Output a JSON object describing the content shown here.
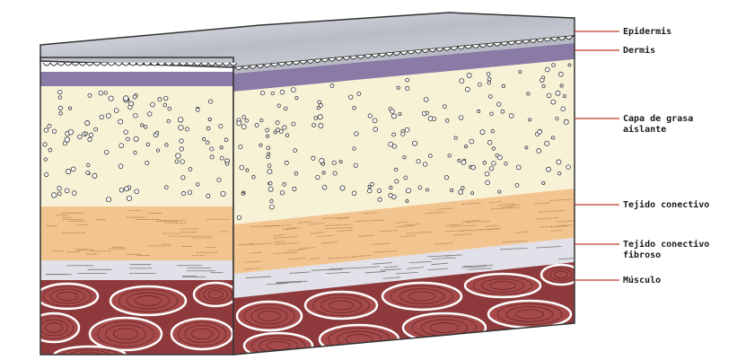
{
  "labels": {
    "epidermis": "Epidermis",
    "dermis": "Dermis",
    "fat_line1": "Capa de grasa",
    "fat_line2": "aislante",
    "connective": "Tejido conectivo",
    "fibrous_line1": "Tejido conectivo",
    "fibrous_line2": "fibroso",
    "muscle": "Músculo"
  },
  "colors": {
    "epidermis": "#c9ccd3",
    "dermis": "#8a7aa6",
    "fat": "#f7f1d6",
    "connective": "#f2c590",
    "fibrous": "#e2e0e8",
    "muscle": "#8e3a3c",
    "leader": "#c0392b"
  }
}
